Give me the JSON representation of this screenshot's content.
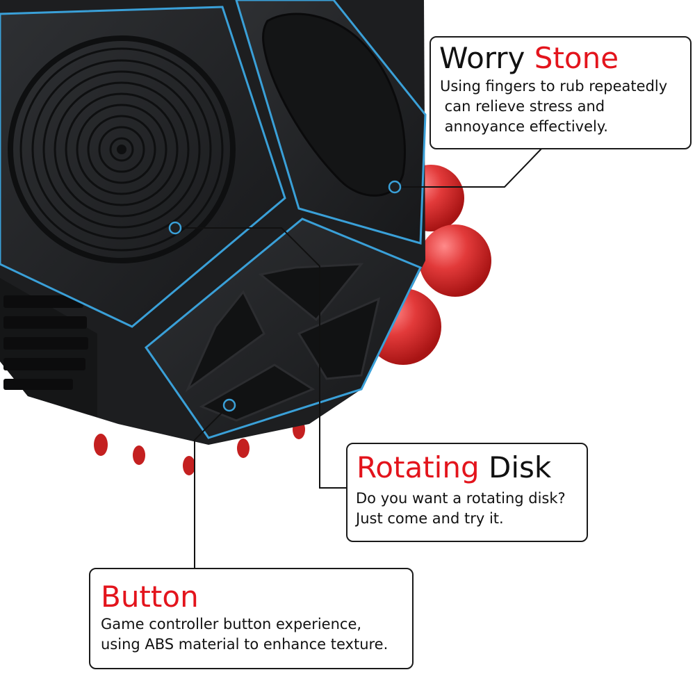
{
  "colors": {
    "accent": "#e3141c",
    "leader": "#111111",
    "rim": "#3aa0d8",
    "body": "#1e1f21",
    "ball": "#e23a3a"
  },
  "callouts": {
    "worry": {
      "title_main": "Worry",
      "title_accent": "Stone",
      "desc": "Using fingers to rub repeatedly\n can relieve stress and\n annoyance effectively."
    },
    "disk": {
      "title_accent": "Rotating",
      "title_main": "Disk",
      "desc": "Do you want a rotating disk?\nJust come and try it."
    },
    "button": {
      "title_accent": "Button",
      "desc": "Game controller button experience,\nusing ABS material to enhance texture."
    }
  }
}
